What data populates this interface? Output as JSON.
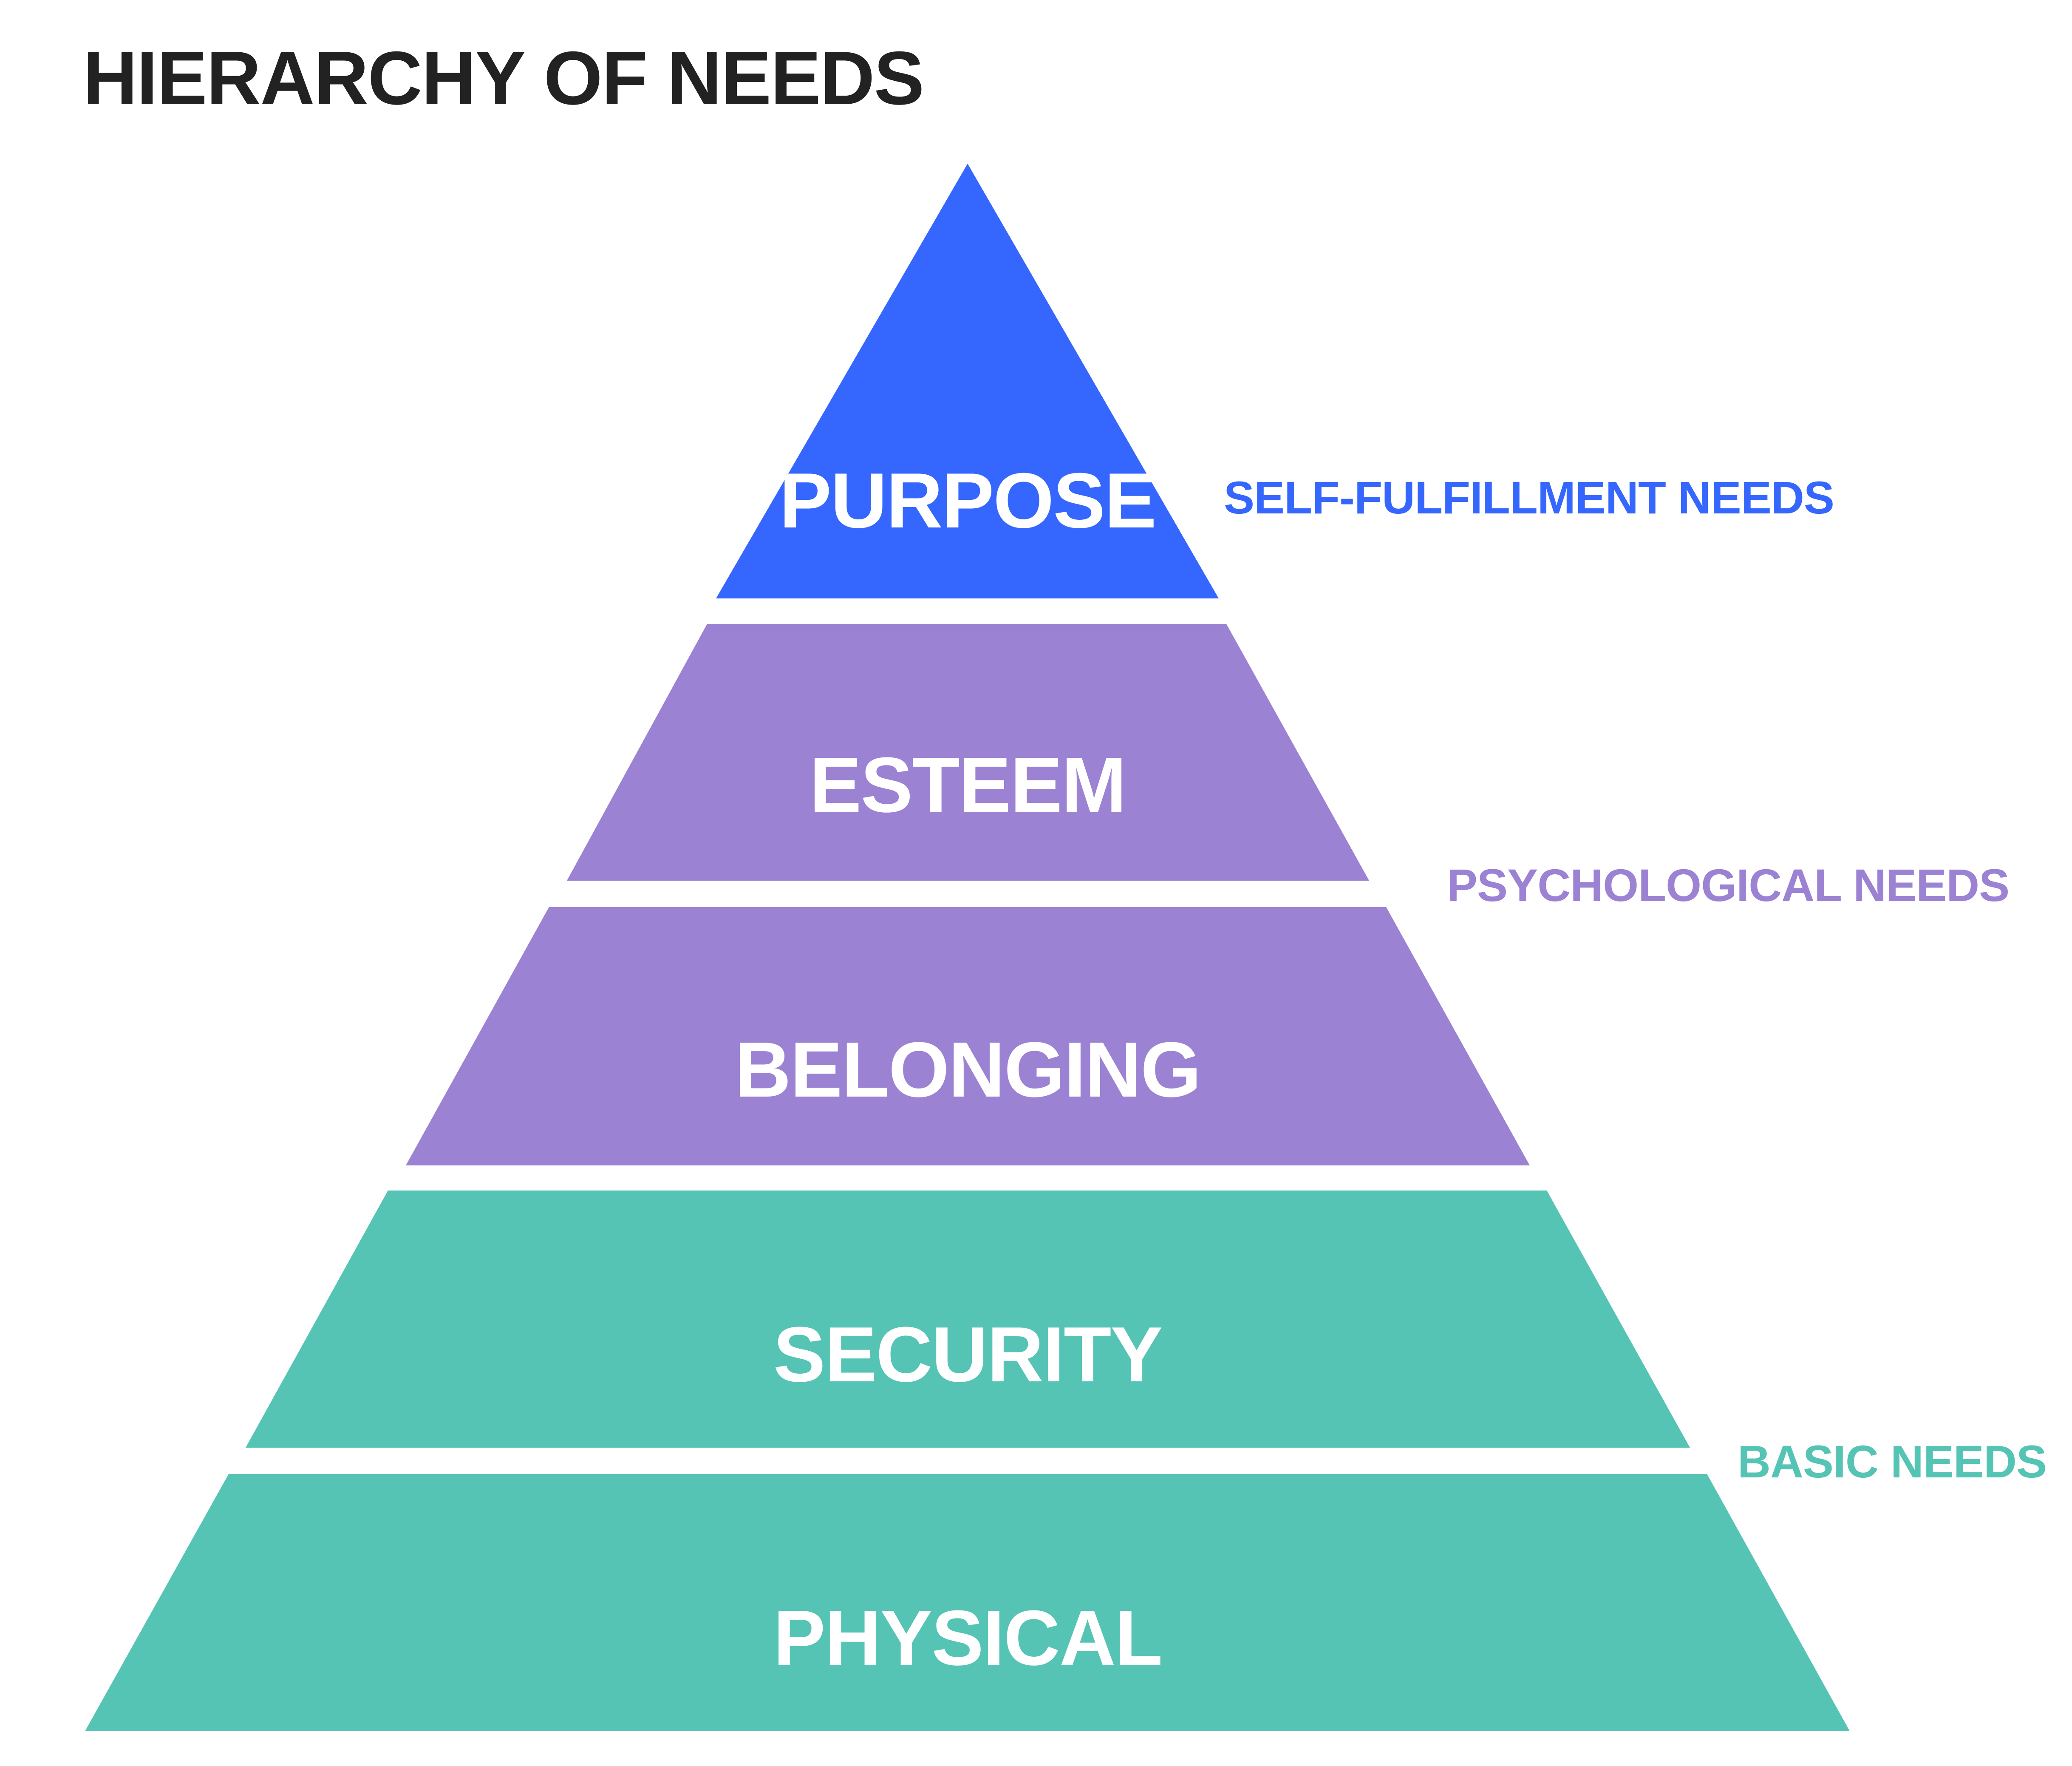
{
  "title": "HIERARCHY OF NEEDS",
  "colors": {
    "blue": "#3567FF",
    "purple": "#9B82D3",
    "teal": "#55C4B5",
    "title": "#222222"
  },
  "tiers": [
    {
      "label": "PURPOSE",
      "group": "self_fulfillment"
    },
    {
      "label": "ESTEEM",
      "group": "psychological"
    },
    {
      "label": "BELONGING",
      "group": "psychological"
    },
    {
      "label": "SECURITY",
      "group": "basic"
    },
    {
      "label": "PHYSICAL",
      "group": "basic"
    }
  ],
  "groups": {
    "self_fulfillment": {
      "label": "SELF-FULFILLMENT NEEDS",
      "color": "#3567FF"
    },
    "psychological": {
      "label": "PSYCHOLOGICAL NEEDS",
      "color": "#9B82D3"
    },
    "basic": {
      "label": "BASIC NEEDS",
      "color": "#55C4B5"
    }
  }
}
